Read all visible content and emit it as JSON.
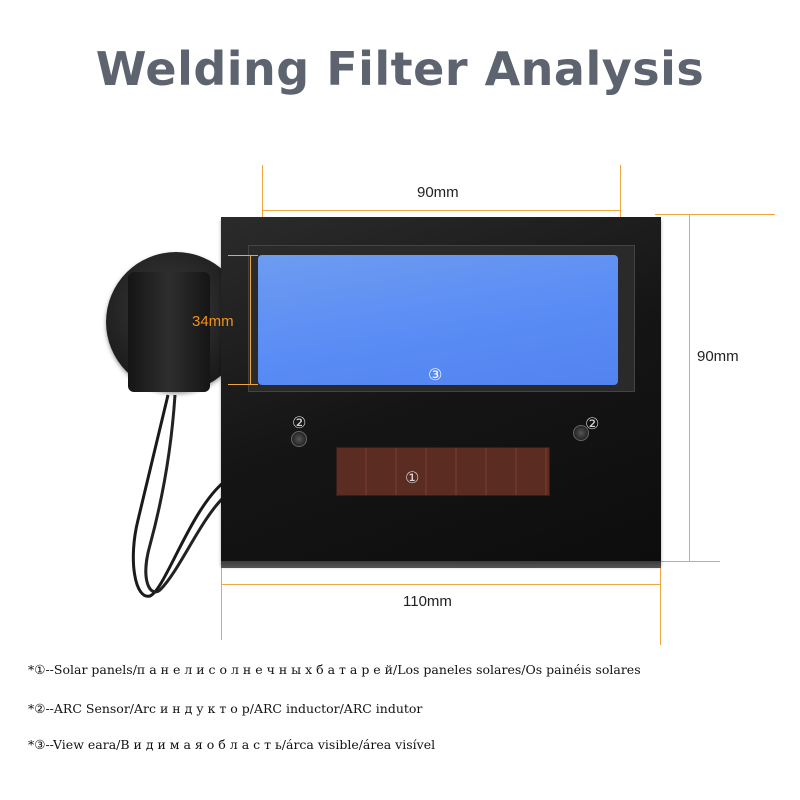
{
  "title": "Welding Filter Analysis",
  "dimensions": {
    "top_width": "90mm",
    "right_height": "90mm",
    "bottom_width": "110mm",
    "view_height": "34mm"
  },
  "markers": {
    "view_area": "③",
    "sensor_left": "②",
    "sensor_right": "②",
    "solar_panel": "①"
  },
  "legend": [
    "*①--Solar panels/п а н е л и  с о л н е ч н ы х  б а т а р е й/Los paneles solares/Os painéis solares",
    "*②--ARC Sensor/Arc  и н д у к т о р/ARC inductor/ARC indutor",
    "*③--View eara/В и д и м а я  о б л а с т ь/árca visible/área visível"
  ],
  "colors": {
    "dimension_line": "#f0a640",
    "view_area": "#5a8cf5",
    "title": "#5d6470"
  }
}
